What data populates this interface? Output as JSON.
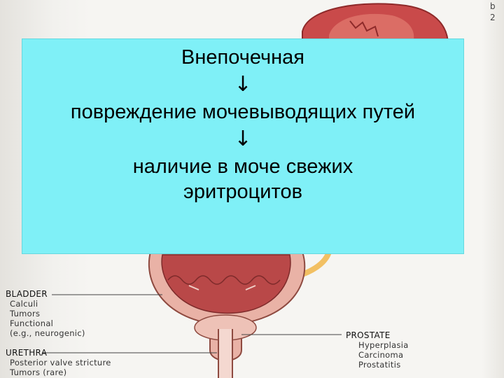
{
  "callout": {
    "line1": "Внепочечная",
    "arrow": "↓",
    "line2": "повреждение мочевыводящих путей",
    "line3": "наличие в моче свежих эритроцитов"
  },
  "labels": {
    "bladder": {
      "title": "BLADDER",
      "items": [
        "Calculi",
        "Tumors",
        "Functional",
        "(e.g., neurogenic)"
      ]
    },
    "urethra": {
      "title": "URETHRA",
      "items": [
        "Posterior valve stricture",
        "Tumors (rare)"
      ]
    },
    "prostate": {
      "title": "PROSTATE",
      "items": [
        "Hyperplasia",
        "Carcinoma",
        "Prostatitis"
      ]
    }
  },
  "side_marks": {
    "top_right": "b",
    "top_right_2": "2"
  },
  "colors": {
    "callout_bg": "#7ff0f7",
    "kidney": "#c94a4a",
    "bladder_wall": "#e9b2a6",
    "bladder_inner": "#b94848",
    "ureter": "#f2c063"
  }
}
